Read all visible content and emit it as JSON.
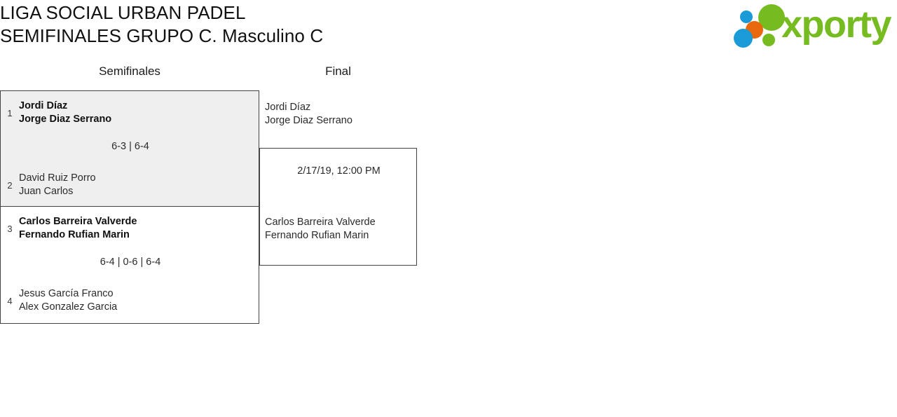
{
  "header": {
    "title_line_1": "LIGA SOCIAL URBAN PADEL",
    "title_line_2": "SEMIFINALES GRUPO C. Masculino C",
    "logo_wordmark": "xporty"
  },
  "colors": {
    "logo_green": "#76bc21",
    "logo_blue": "#1a9ad7",
    "logo_orange": "#e8690b",
    "match_highlight_bg": "#efefef",
    "border": "#444444"
  },
  "bracket": {
    "rounds": [
      {
        "label": "Semifinales"
      },
      {
        "label": "Final"
      }
    ],
    "semifinals": [
      {
        "highlighted": true,
        "score": "6-3 | 6-4",
        "competitors": [
          {
            "seed": "1",
            "winner": true,
            "player_1": "Jordi Díaz",
            "player_2": "Jorge Diaz Serrano"
          },
          {
            "seed": "2",
            "winner": false,
            "player_1": "David Ruiz Porro",
            "player_2": "Juan Carlos"
          }
        ]
      },
      {
        "highlighted": false,
        "score": "6-4 | 0-6 | 6-4",
        "competitors": [
          {
            "seed": "3",
            "winner": true,
            "player_1": "Carlos Barreira Valverde",
            "player_2": "Fernando Rufian Marin"
          },
          {
            "seed": "4",
            "winner": false,
            "player_1": "Jesus García Franco",
            "player_2": "Alex Gonzalez Garcia"
          }
        ]
      }
    ],
    "final": {
      "date": "2/17/19, 12:00 PM",
      "competitors": [
        {
          "winner": false,
          "player_1": "Jordi Díaz",
          "player_2": "Jorge Diaz Serrano"
        },
        {
          "winner": false,
          "player_1": "Carlos Barreira Valverde",
          "player_2": "Fernando Rufian Marin"
        }
      ]
    }
  }
}
